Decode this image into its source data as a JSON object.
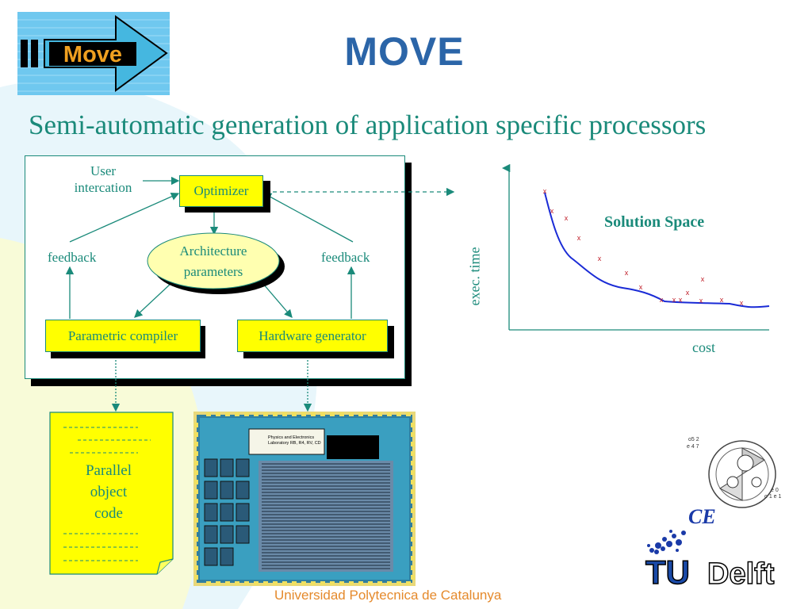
{
  "title": "MOVE",
  "subtitle": "Semi-automatic generation of application specific processors",
  "logo": {
    "text": "Move",
    "icon": "move-arrow-logo"
  },
  "diagram": {
    "user_label_1": "User",
    "user_label_2": "intercation",
    "optimizer": "Optimizer",
    "arch_1": "Architecture",
    "arch_2": "parameters",
    "feedback_left": "feedback",
    "feedback_right": "feedback",
    "compiler": "Parametric compiler",
    "hardware": "Hardware generator"
  },
  "object_code": {
    "line1": "Parallel",
    "line2": "object",
    "line3": "code"
  },
  "chip": {
    "label_1": "Physics and Electronics",
    "label_2": "Laboratory RB, R4, RV, CD"
  },
  "solution_space": {
    "title": "Solution Space",
    "ylabel": "exec. time",
    "xlabel": "cost",
    "marker": "x"
  },
  "logos": {
    "ce": "CE",
    "tudelft_tu": "TU",
    "tudelft_delft": "Delft"
  },
  "footer": "Universidad Polytecnica de Catalunya",
  "colors": {
    "title": "#2b65a8",
    "teal": "#1a8a7a",
    "yellow": "#ffff00",
    "footer": "#e58a2c",
    "curve": "#1a2bd6"
  }
}
